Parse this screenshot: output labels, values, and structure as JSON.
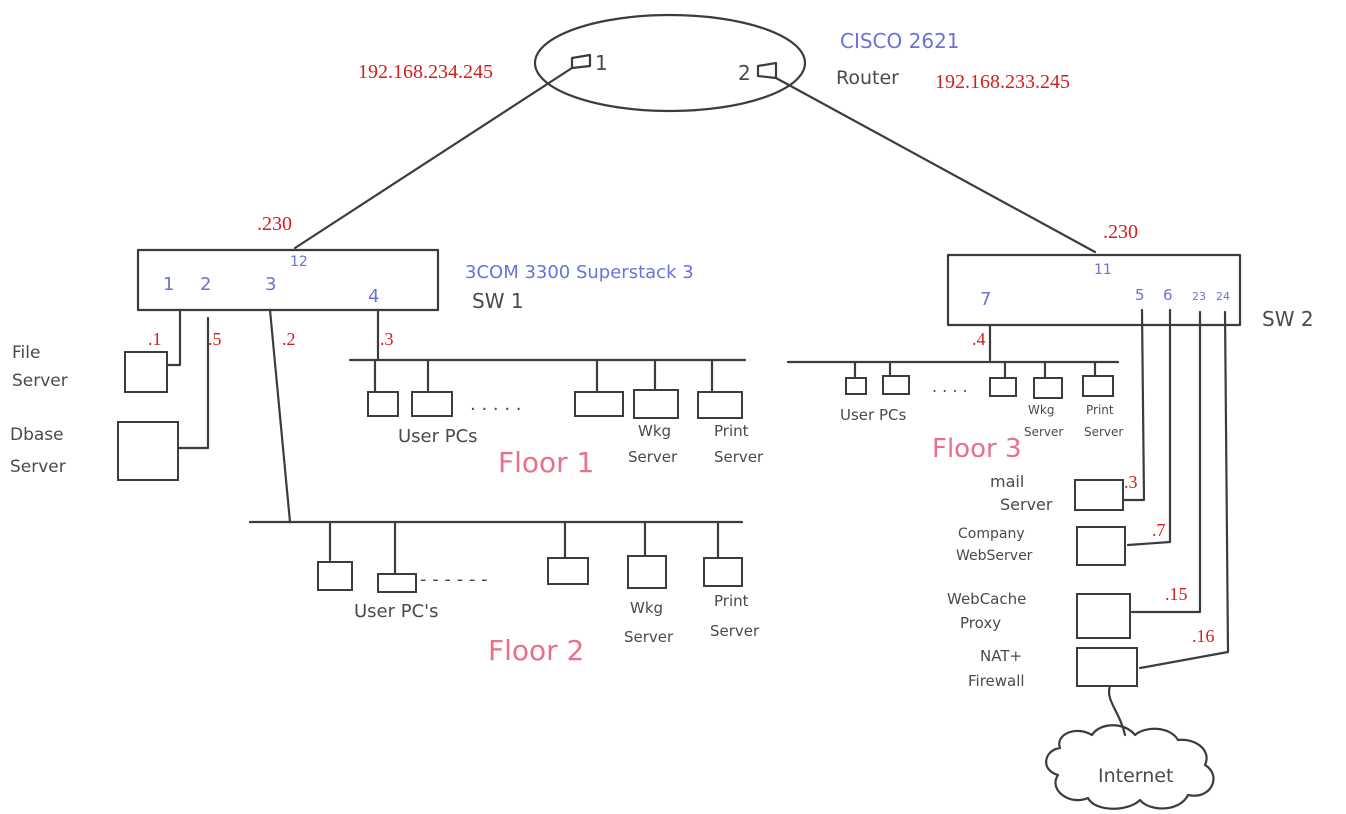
{
  "router": {
    "model": "CISCO 2621",
    "label": "Router",
    "port1": "1",
    "port2": "2",
    "ip_left": "192.168.234.245",
    "ip_right": "192.168.233.245"
  },
  "sw1": {
    "model": "3COM 3300 Superstack 3",
    "name": "SW 1",
    "uplink_port": "12",
    "uplink_ip": ".230",
    "ports": [
      "1",
      "2",
      "3",
      "4"
    ],
    "port_ips": [
      ".1",
      ".5",
      ".2",
      ".3"
    ]
  },
  "sw2": {
    "name": "SW 2",
    "uplink_port": "11",
    "uplink_ip": ".230",
    "ports": [
      "7",
      "5",
      "6",
      "23",
      "24"
    ],
    "port_ips": [
      ".4",
      ".3",
      ".7",
      ".15",
      ".16"
    ]
  },
  "servers": {
    "file": [
      "File",
      "Server"
    ],
    "dbase": [
      "Dbase",
      "Server"
    ],
    "mail": [
      "mail",
      "Server"
    ],
    "web": [
      "Company",
      "WebServer"
    ],
    "cache": [
      "WebCache",
      "Proxy"
    ],
    "nat": [
      "NAT+",
      "Firewall"
    ]
  },
  "floor1": {
    "title": "Floor 1",
    "users": "User PCs",
    "dots": ". . . . .",
    "wkg": [
      "Wkg",
      "Server"
    ],
    "print": [
      "Print",
      "Server"
    ]
  },
  "floor2": {
    "title": "Floor 2",
    "users": "User PC's",
    "dots": "- - - - - -",
    "wkg": [
      "Wkg",
      "Server"
    ],
    "print": [
      "Print",
      "Server"
    ]
  },
  "floor3": {
    "title": "Floor 3",
    "users": "User PCs",
    "dots": ". . . .",
    "wkg": [
      "Wkg",
      "Server"
    ],
    "print": [
      "Print",
      "Server"
    ]
  },
  "internet": "Internet"
}
